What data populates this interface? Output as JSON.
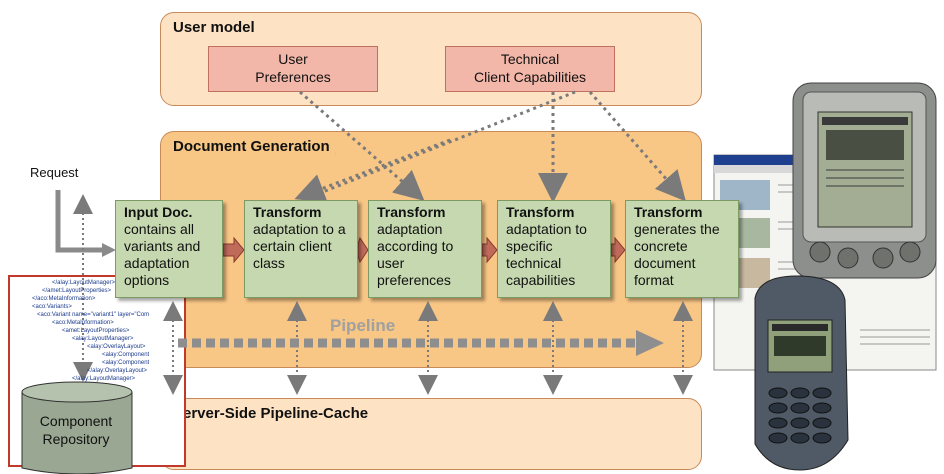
{
  "user_model": {
    "title": "User model",
    "preferences_label": "User\nPreferences",
    "capabilities_label": "Technical\nClient Capabilities"
  },
  "document_generation": {
    "title": "Document Generation"
  },
  "cache": {
    "title": "Server-Side Pipeline-Cache"
  },
  "request_label": "Request",
  "pipeline_label": "Pipeline",
  "stages": [
    {
      "title": "Input Doc.",
      "text": "contains all variants and adaptation options"
    },
    {
      "title": "Transform",
      "text": "adaptation to a certain client class"
    },
    {
      "title": "Transform",
      "text": "adaptation according to user preferences"
    },
    {
      "title": "Transform",
      "text": "adaptation to specific technical capabilities"
    },
    {
      "title": "Transform",
      "text": "generates the concrete document format"
    }
  ],
  "xml_snippet": [
    "</alay:LayoutManager>",
    "</amet:LayoutProperties>",
    "</aco:MetaInformation>",
    "<aco:Variants>",
    "<aco:Variant name=\"variant1\" layer=\"Com",
    "<aco:MetaInformation>",
    "<amet:LayoutProperties>",
    "<alay:LayoutManager>",
    "<alay:OverlayLayout>",
    "<alay:Component",
    "<alay:Component",
    "</alay:OverlayLayout>",
    "</alay:LayoutManager>"
  ],
  "repository_label": "Component\nRepository",
  "colors": {
    "user_model_fill": "#fde3c4",
    "doc_gen_fill": "#f8c685",
    "stage_fill": "#c6d8b0",
    "pink_fill": "#f2b7a8",
    "arrow_red": "#c06a5a",
    "dotted_gray": "#7a7a7a",
    "repository_fill": "#9aa893"
  }
}
